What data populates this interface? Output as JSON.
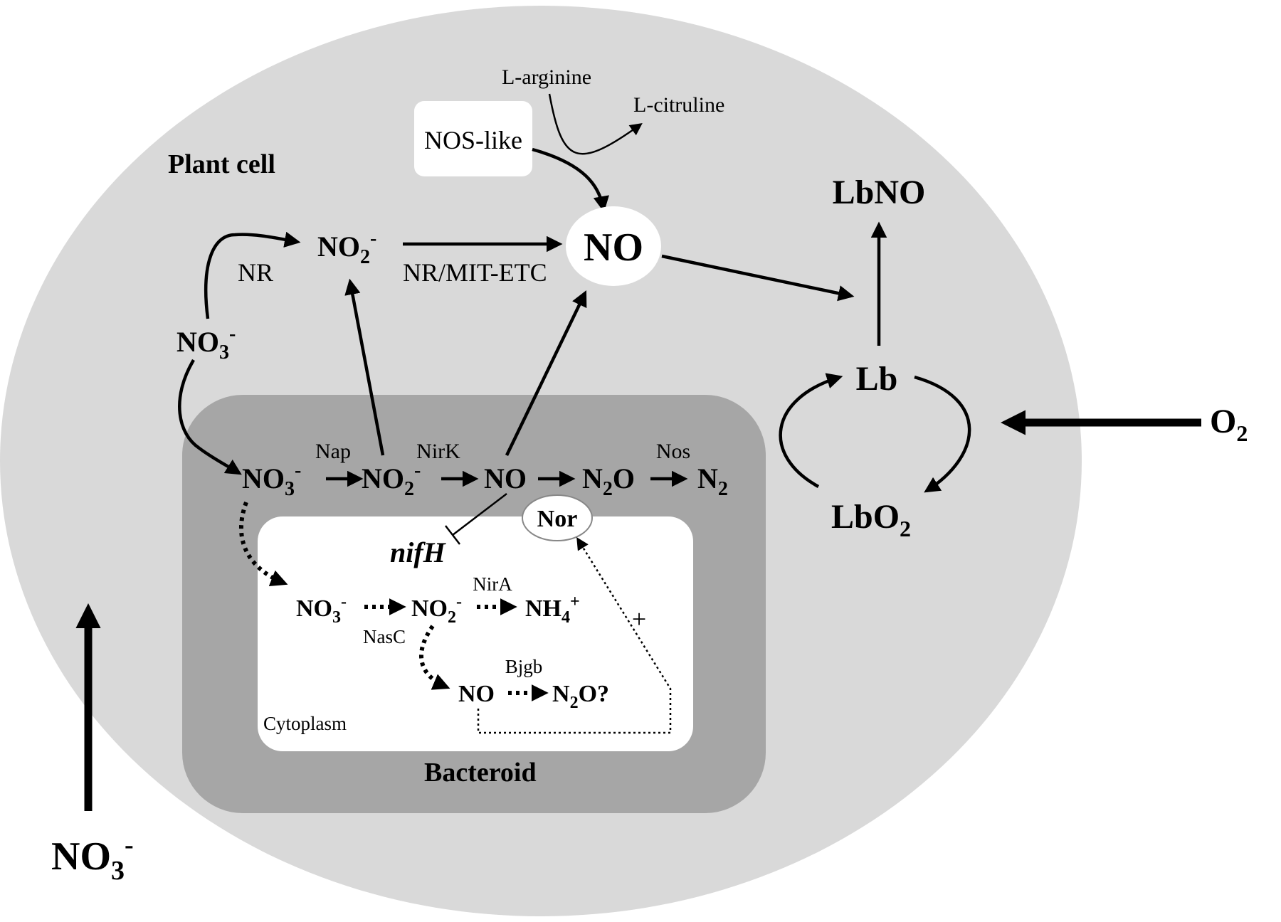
{
  "labels": {
    "plant_cell": "Plant cell",
    "bacteroid": "Bacteroid",
    "cytoplasm": "Cytoplasm",
    "nos_like": "NOS-like",
    "l_arginine": "L-arginine",
    "l_citruline": "L-citruline",
    "no_main": "NO",
    "no2_plant": {
      "base": "NO",
      "sub": "2",
      "sup": "-"
    },
    "no3_plant": {
      "base": "NO",
      "sub": "3",
      "sup": "-"
    },
    "nr": "NR",
    "nr_mit_etc": "NR/MIT-ETC",
    "lbno": "LbNO",
    "lb": "Lb",
    "lbo2": {
      "base": "LbO",
      "sub": "2"
    },
    "o2": {
      "base": "O",
      "sub": "2"
    },
    "no3_external": {
      "base": "NO",
      "sub": "3",
      "sup": "-"
    },
    "nap": "Nap",
    "nirk": "NirK",
    "nos": "Nos",
    "no3_bact": {
      "base": "NO",
      "sub": "3",
      "sup": "-"
    },
    "no2_bact": {
      "base": "NO",
      "sub": "2",
      "sup": "-"
    },
    "no_bact": "NO",
    "n2o_bact": {
      "pre": "N",
      "sub": "2",
      "post": "O"
    },
    "n2_bact": {
      "base": "N",
      "sub": "2"
    },
    "nor": "Nor",
    "nifh": "nifH",
    "no3_cyto": {
      "base": "NO",
      "sub": "3",
      "sup": "-"
    },
    "no2_cyto": {
      "base": "NO",
      "sub": "2",
      "sup": "-"
    },
    "nh4_cyto": {
      "base": "NH",
      "sub": "4",
      "sup": "+"
    },
    "nira": "NirA",
    "nasc": "NasC",
    "bjgb": "Bjgb",
    "no_cyto": "NO",
    "n2o_cyto": {
      "pre": "N",
      "sub": "2",
      "post": "O?"
    },
    "plus": "+"
  },
  "colors": {
    "plant_cell_fill": "#d9d9d9",
    "bacteroid_fill": "#a6a6a6",
    "cytoplasm_fill": "#ffffff",
    "ink": "#000000"
  }
}
